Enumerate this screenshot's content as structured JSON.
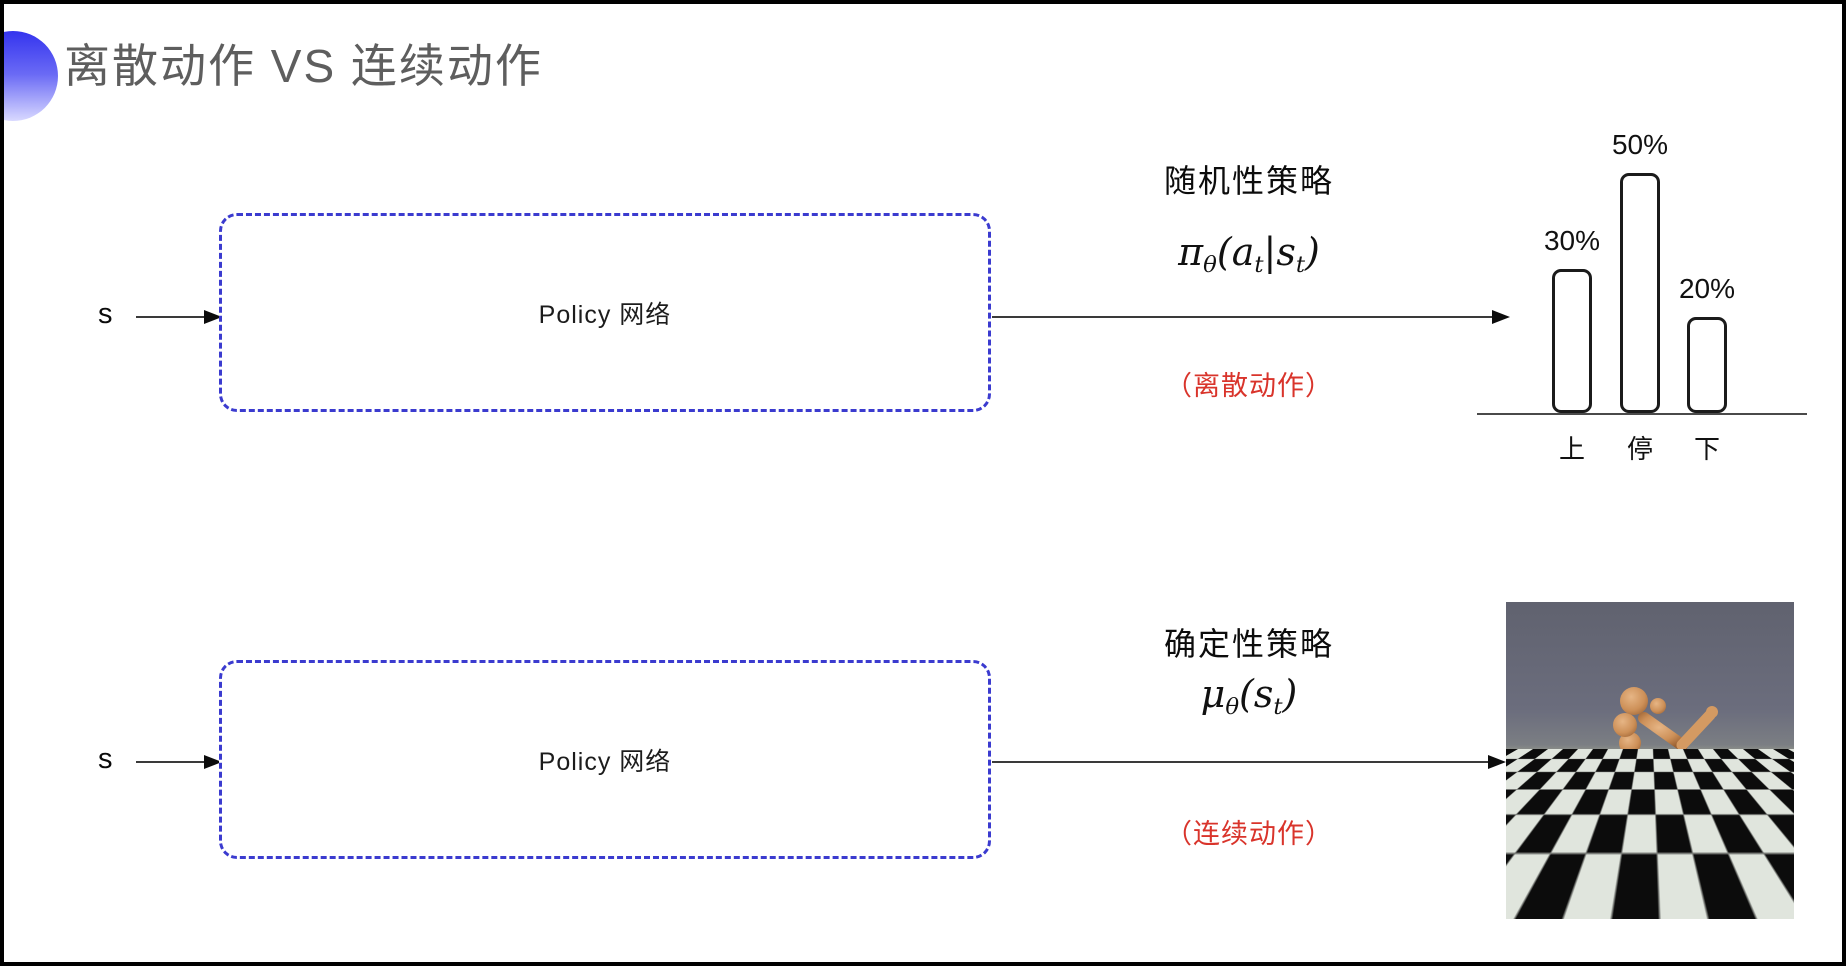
{
  "slide": {
    "title": "离散动作 VS 连续动作"
  },
  "top_row": {
    "input_label": "s",
    "box_label": "Policy 网络",
    "policy_name": "随机性策略",
    "formula_parts": [
      "π",
      "θ",
      "(a",
      "t",
      "|s",
      "t",
      ")"
    ],
    "action_note": "（离散动作）"
  },
  "bottom_row": {
    "input_label": "s",
    "box_label": "Policy 网络",
    "policy_name": "确定性策略",
    "formula_parts": [
      "μ",
      "θ",
      "(s",
      "t",
      ")"
    ],
    "action_note": "（连续动作）",
    "image_content": "mujoco-humanoid-robot-on-checkerboard-floor"
  },
  "chart_data": {
    "type": "bar",
    "categories": [
      "上",
      "停",
      "下"
    ],
    "values": [
      30,
      50,
      20
    ],
    "value_labels": [
      "30%",
      "50%",
      "20%"
    ],
    "title": "",
    "xlabel": "",
    "ylabel": "",
    "ylim": [
      0,
      60
    ],
    "grid": false,
    "legend": false,
    "bar_style": "white fill, black rounded outline"
  },
  "colors": {
    "accent_blue": "#3b3bcf",
    "note_red": "#d9342b",
    "title_gray": "#5e5e5e"
  }
}
